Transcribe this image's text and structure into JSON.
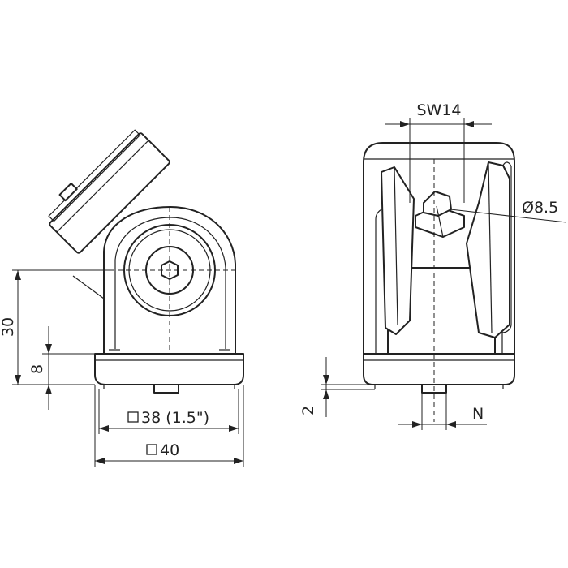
{
  "dimensions": {
    "height_overall": "30",
    "height_base": "8",
    "width_inner": "38 (1.5\")",
    "width_outer": "40",
    "wrench_size": "SW14",
    "hole_diameter": "Ø8.5",
    "thickness": "2",
    "slot_nut": "N"
  },
  "symbols": {
    "square": "square-symbol"
  },
  "colors": {
    "line": "#222222",
    "background": "#ffffff"
  }
}
